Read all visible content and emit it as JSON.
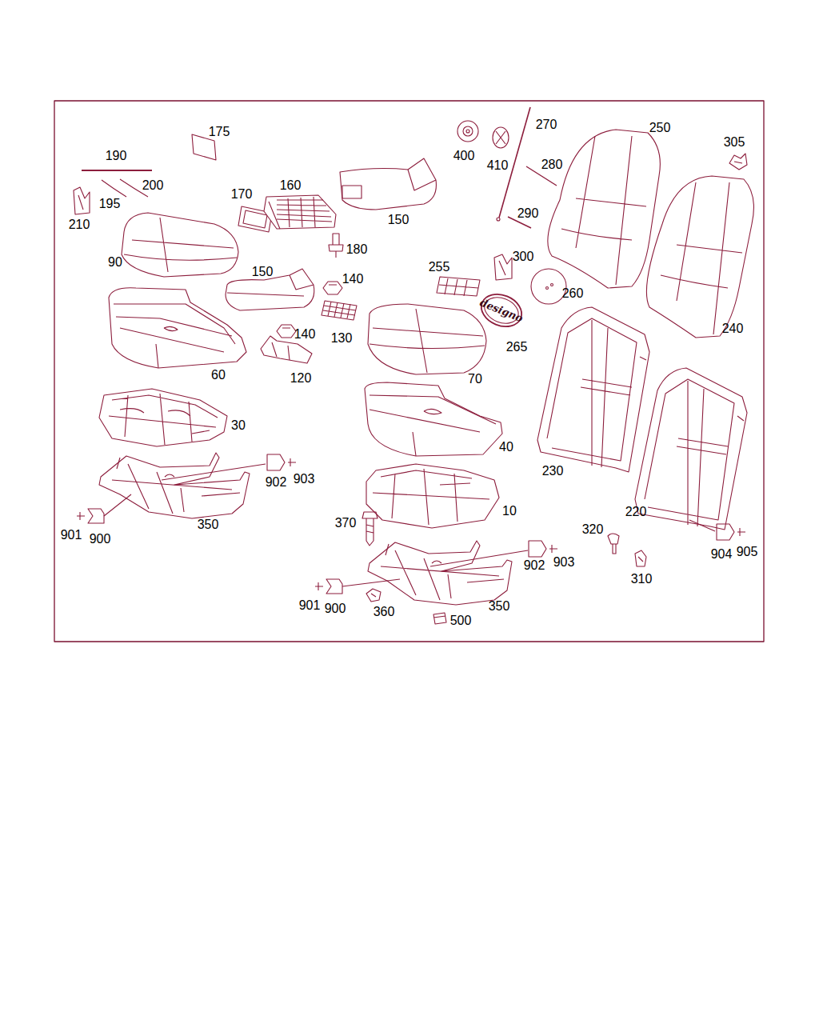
{
  "diagram": {
    "labels": [
      "175",
      "190",
      "200",
      "195",
      "210",
      "170",
      "160",
      "150",
      "180",
      "90",
      "150",
      "140",
      "140",
      "130",
      "60",
      "120",
      "400",
      "410",
      "270",
      "280",
      "290",
      "250",
      "305",
      "300",
      "255",
      "260",
      "265",
      "240",
      "70",
      "30",
      "40",
      "230",
      "902",
      "903",
      "220",
      "10",
      "350",
      "901",
      "900",
      "370",
      "320",
      "902",
      "903",
      "904",
      "905",
      "310",
      "901",
      "900",
      "360",
      "350",
      "500",
      "designo"
    ]
  }
}
